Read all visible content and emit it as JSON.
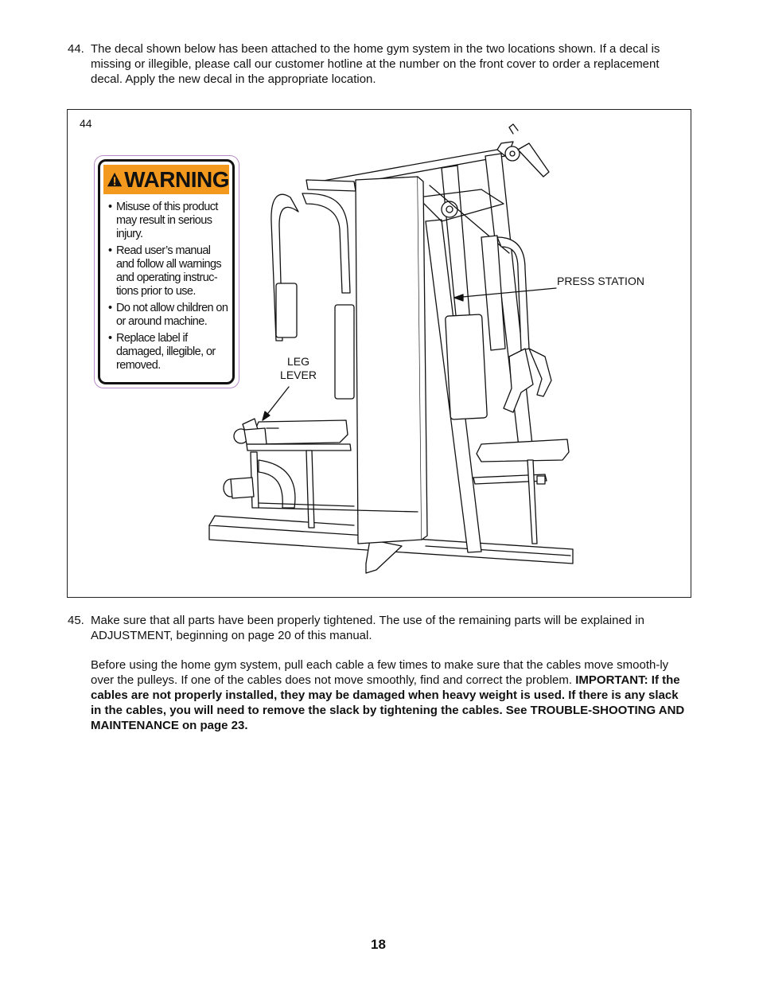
{
  "steps": {
    "step44": {
      "number": "44.",
      "text": "The decal shown below has been attached to the home gym system in the two locations shown. If a decal is missing or illegible, please call our customer hotline at the number on the front cover to order a replacement decal. Apply the new decal in the appropriate location."
    },
    "step45": {
      "number": "45.",
      "p1": "Make sure that all parts have been properly tightened. The use of the remaining parts will be explained in ADJUSTMENT, beginning on page 20 of this manual.",
      "p2_normal": "Before using the home gym system, pull each cable a few times to make sure that the cables move smooth-ly over the pulleys. If one of the cables does not move smoothly, find and correct the problem. ",
      "p2_bold": "IMPORTANT: If the cables are not properly installed, they may be damaged when heavy weight is used. If there is any slack in the cables, you will need to remove the slack by tightening the cables. See TROUBLE-SHOOTING AND MAINTENANCE on page 23."
    }
  },
  "figure": {
    "number": "44",
    "decal": {
      "title": "WARNING",
      "header_color": "#f39a1e",
      "items": [
        "Misuse of this product may result in serious injury.",
        "Read user’s manual and follow all warnings and operating instruc-tions prior to use.",
        "Do not allow children on or around machine.",
        "Replace label if damaged, illegible, or removed."
      ]
    },
    "callouts": {
      "leg_lever": "LEG LEVER",
      "press_station": "PRESS STATION"
    }
  },
  "page_number": "18"
}
